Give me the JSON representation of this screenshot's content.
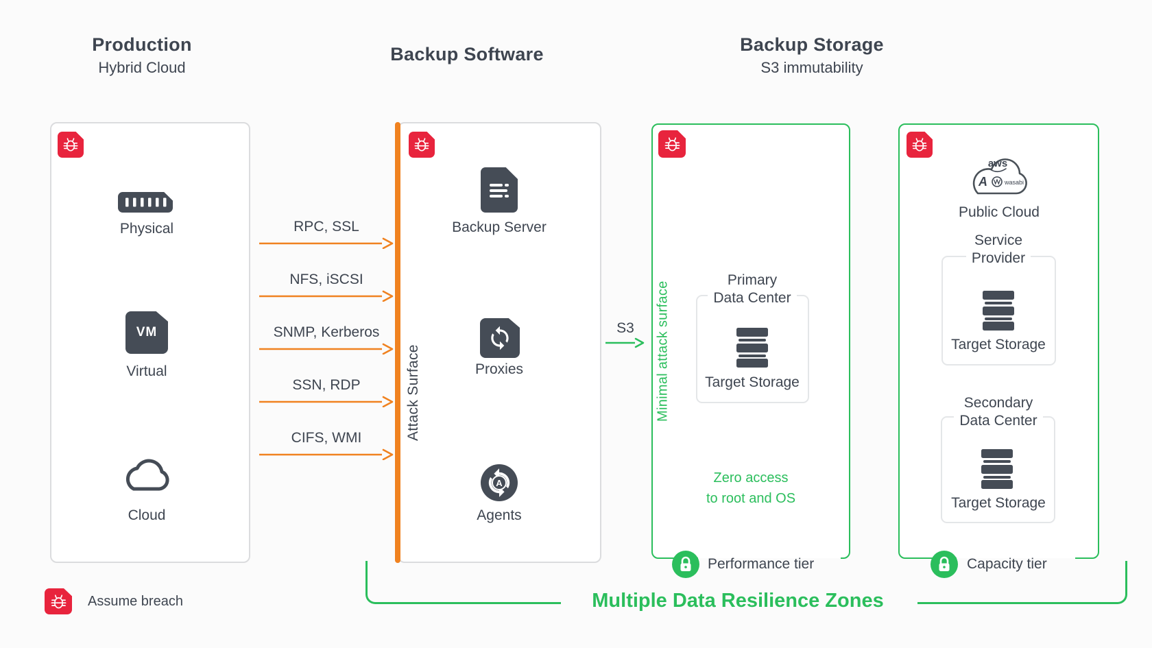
{
  "titles": {
    "production": "Production",
    "production_sub": "Hybrid Cloud",
    "backup_software": "Backup Software",
    "backup_storage": "Backup Storage",
    "backup_storage_sub": "S3 immutability"
  },
  "production": {
    "items": [
      {
        "label": "Physical",
        "icon": "physical-server-icon"
      },
      {
        "label": "Virtual",
        "icon": "vm-icon",
        "icon_text": "VM"
      },
      {
        "label": "Cloud",
        "icon": "cloud-icon"
      }
    ]
  },
  "protocol_arrows": [
    {
      "label": "RPC, SSL"
    },
    {
      "label": "NFS, iSCSI"
    },
    {
      "label": "SNMP, Kerberos"
    },
    {
      "label": "SSN, RDP"
    },
    {
      "label": "CIFS, WMI"
    }
  ],
  "backup_software": {
    "attack_surface": "Attack Surface",
    "items": [
      {
        "label": "Backup Server",
        "icon": "backup-server-icon"
      },
      {
        "label": "Proxies",
        "icon": "proxies-sync-icon"
      },
      {
        "label": "Agents",
        "icon": "agents-sync-icon",
        "icon_text": "A"
      }
    ]
  },
  "s3_arrow_label": "S3",
  "performance_zone": {
    "vertical_label": "Minimal attack surface",
    "primary_dc_line1": "Primary",
    "primary_dc_line2": "Data Center",
    "primary_dc_storage": "Target Storage",
    "note_line1": "Zero access",
    "note_line2": "to root and OS",
    "tier": "Performance tier"
  },
  "capacity_zone": {
    "public_cloud_label": "Public Cloud",
    "logo_aws": "aws",
    "logo_azure": "A",
    "logo_wasabi": "wasabi",
    "service_provider_line1": "Service",
    "service_provider_line2": "Provider",
    "service_provider_storage": "Target Storage",
    "secondary_dc_line1": "Secondary",
    "secondary_dc_line2": "Data Center",
    "secondary_dc_storage": "Target Storage",
    "tier": "Capacity tier"
  },
  "legend": {
    "assume_breach": "Assume breach"
  },
  "footer": {
    "zones_label": "Multiple Data Resilience Zones"
  },
  "colors": {
    "orange": "#F08220",
    "green": "#2BBE5C",
    "red": "#E8243D",
    "dark": "#454C56"
  }
}
